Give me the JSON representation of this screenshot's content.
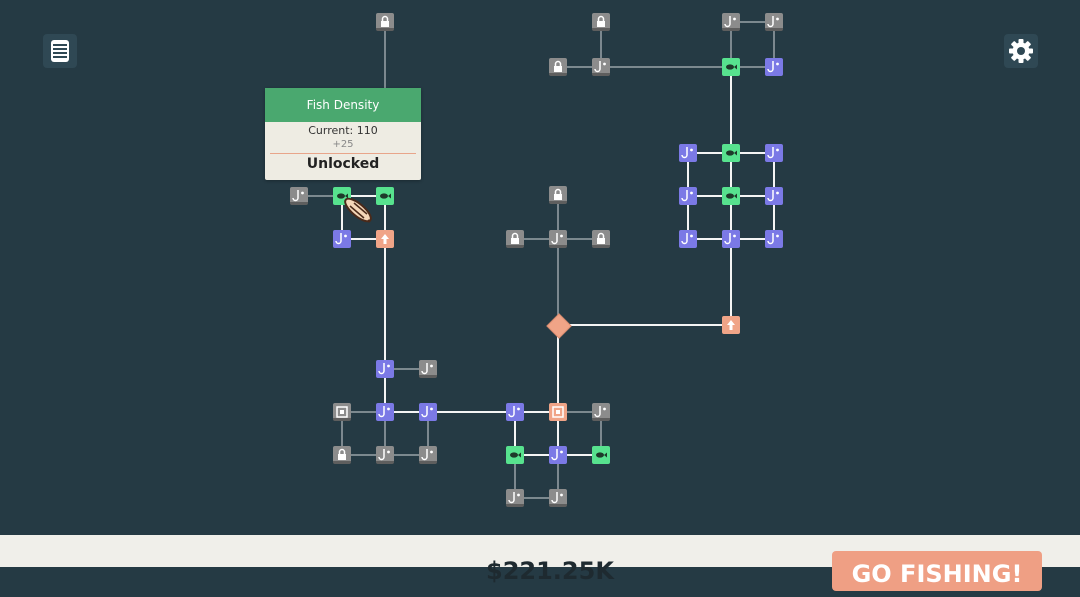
{
  "hud": {
    "menu_icon": "list-icon",
    "settings_icon": "gear-icon"
  },
  "tooltip": {
    "title": "Fish Density",
    "current": "Current: 110",
    "bonus": "+25",
    "status": "Unlocked"
  },
  "footer": {
    "money": "$221.25K",
    "go_button": "GO FISHING!"
  },
  "colors": {
    "background": "#253a44",
    "node_locked": "#8c8c8c",
    "node_blue": "#7b79e6",
    "node_green": "#57e28e",
    "node_orange": "#f0a487",
    "tooltip_header": "#4aa86f",
    "button": "#ef9f84"
  }
}
